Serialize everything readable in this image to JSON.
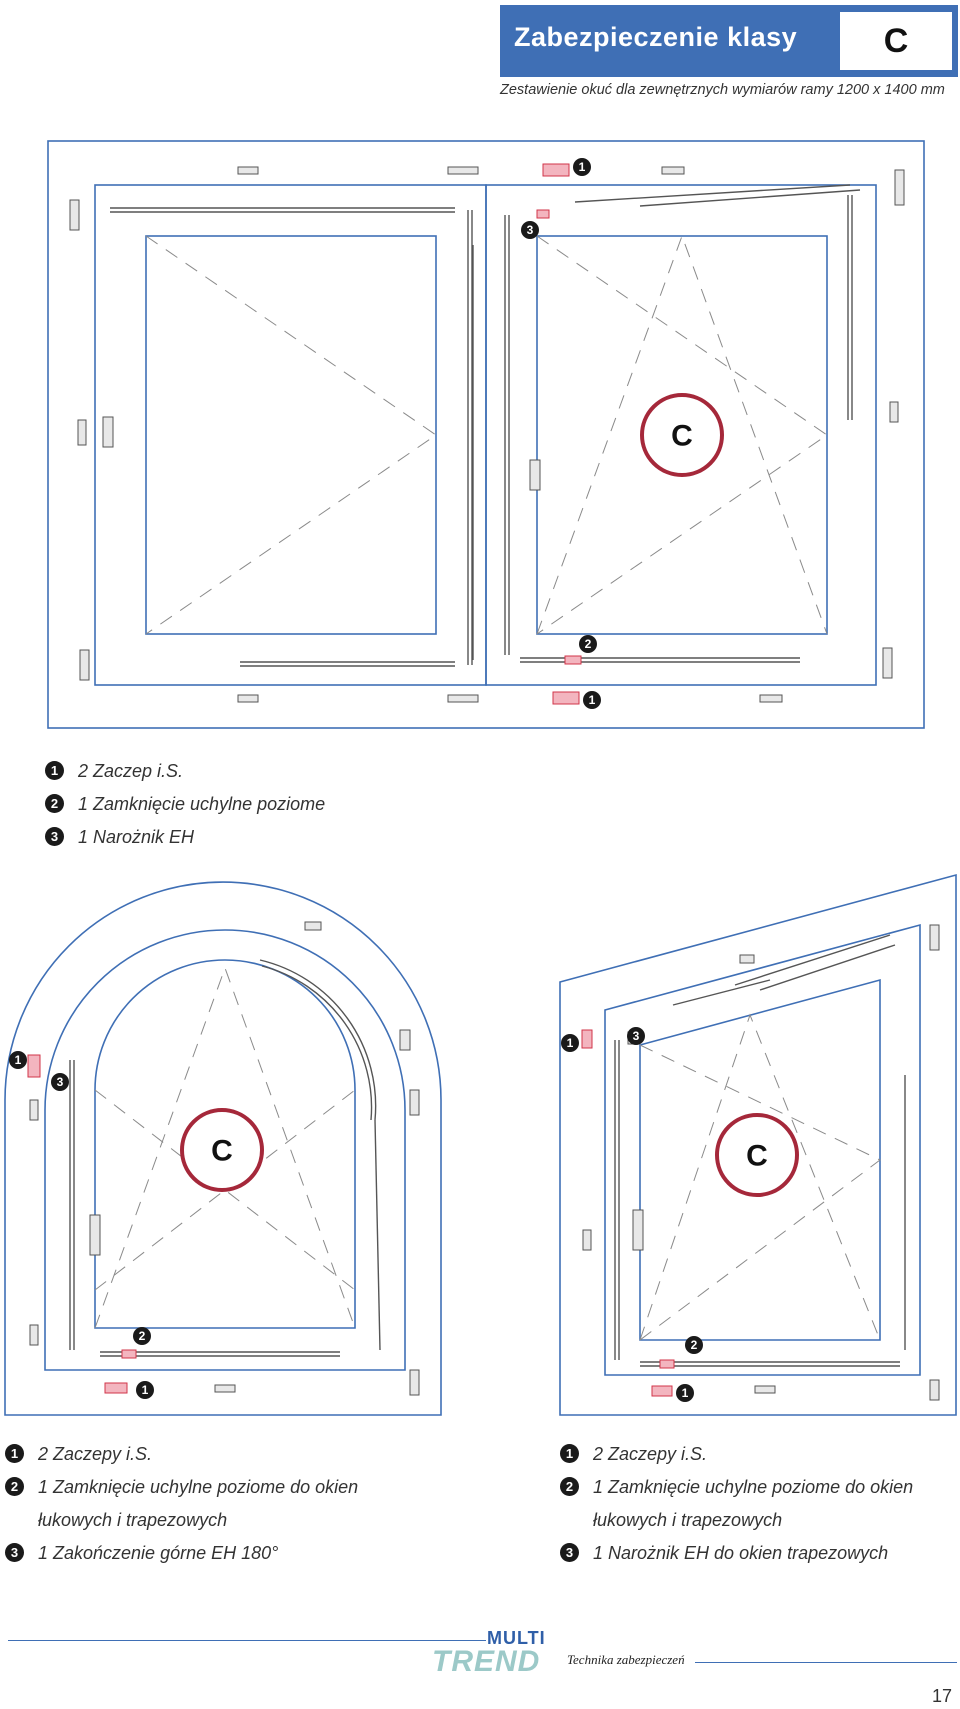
{
  "header": {
    "title": "Zabezpieczenie klasy",
    "class_label": "C"
  },
  "subtitle": "Zestawienie okuć dla zewnętrznych wymiarów ramy 1200 x 1400 mm",
  "figures": {
    "class_badge": "C",
    "markers": [
      "1",
      "2",
      "3"
    ],
    "colors": {
      "frame": "#3f6fb5",
      "badge": "#a5283a",
      "hardware": "#555555",
      "accent": "#d2354a"
    }
  },
  "legend_top": [
    {
      "num": "1",
      "text": "2 Zaczep i.S."
    },
    {
      "num": "2",
      "text": "1 Zamknięcie uchylne poziome"
    },
    {
      "num": "3",
      "text": "1 Narożnik EH"
    }
  ],
  "legend_left": [
    {
      "num": "1",
      "text": "2  Zaczepy i.S."
    },
    {
      "num": "2",
      "text": "1 Zamknięcie uchylne poziome do okien",
      "cont": "łukowych i trapezowych"
    },
    {
      "num": "3",
      "text": "1 Zakończenie górne EH 180°"
    }
  ],
  "legend_right": [
    {
      "num": "1",
      "text": "2  Zaczepy i.S."
    },
    {
      "num": "2",
      "text": "1 Zamknięcie uchylne poziome do okien",
      "cont": "łukowych i trapezowych"
    },
    {
      "num": "3",
      "text": "1 Narożnik EH do okien trapezowych"
    }
  ],
  "footer": {
    "brand_top": "MULTI",
    "brand_bottom": "TREND",
    "tagline": "Technika zabezpieczeń",
    "page_number": "17"
  }
}
